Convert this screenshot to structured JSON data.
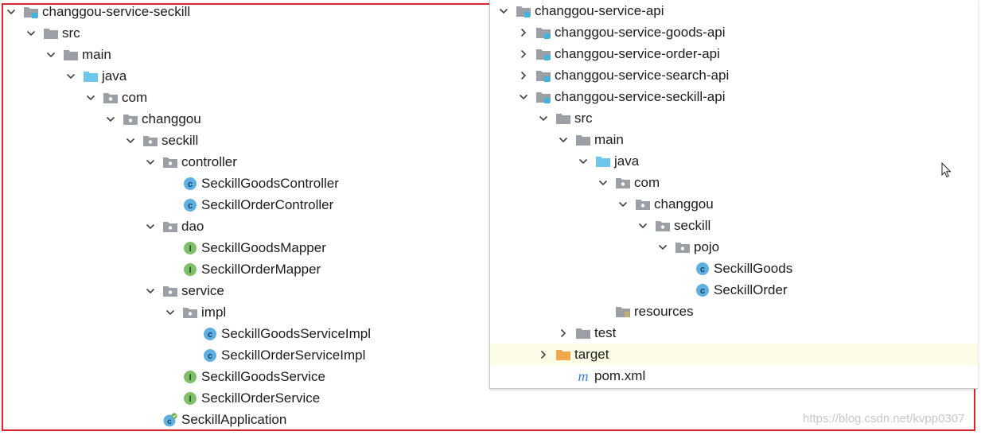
{
  "colors": {
    "frame_red": "#d9252b",
    "folder_gray": "#9aa0a6",
    "folder_blue": "#6ec6ea",
    "folder_orange": "#f2a64c",
    "class_blue": "#5fb0e2",
    "interface_green": "#7fbf6a",
    "module_cyan": "#40b4e0",
    "maven_blue": "#3c7fd1",
    "highlight_row": "#fcfbe6"
  },
  "left_tree": [
    {
      "label": "changgou-service-seckill",
      "icon": "module-folder-icon",
      "expand": "open"
    },
    {
      "label": "src",
      "icon": "folder-icon",
      "expand": "open"
    },
    {
      "label": "main",
      "icon": "folder-icon",
      "expand": "open"
    },
    {
      "label": "java",
      "icon": "source-folder-icon",
      "expand": "open"
    },
    {
      "label": "com",
      "icon": "package-icon",
      "expand": "open"
    },
    {
      "label": "changgou",
      "icon": "package-icon",
      "expand": "open"
    },
    {
      "label": "seckill",
      "icon": "package-icon",
      "expand": "open"
    },
    {
      "label": "controller",
      "icon": "package-icon",
      "expand": "open"
    },
    {
      "label": "SeckillGoodsController",
      "icon": "class-icon",
      "expand": "none"
    },
    {
      "label": "SeckillOrderController",
      "icon": "class-icon",
      "expand": "none"
    },
    {
      "label": "dao",
      "icon": "package-icon",
      "expand": "open"
    },
    {
      "label": "SeckillGoodsMapper",
      "icon": "interface-icon",
      "expand": "none"
    },
    {
      "label": "SeckillOrderMapper",
      "icon": "interface-icon",
      "expand": "none"
    },
    {
      "label": "service",
      "icon": "package-icon",
      "expand": "open"
    },
    {
      "label": "impl",
      "icon": "package-icon",
      "expand": "open"
    },
    {
      "label": "SeckillGoodsServiceImpl",
      "icon": "class-icon",
      "expand": "none"
    },
    {
      "label": "SeckillOrderServiceImpl",
      "icon": "class-icon",
      "expand": "none"
    },
    {
      "label": "SeckillGoodsService",
      "icon": "interface-icon",
      "expand": "none"
    },
    {
      "label": "SeckillOrderService",
      "icon": "interface-icon",
      "expand": "none"
    },
    {
      "label": "SeckillApplication",
      "icon": "spring-boot-class-icon",
      "expand": "none"
    }
  ],
  "right_tree": [
    {
      "label": "changgou-service-api",
      "icon": "module-folder-icon",
      "expand": "open"
    },
    {
      "label": "changgou-service-goods-api",
      "icon": "module-folder-icon",
      "expand": "closed"
    },
    {
      "label": "changgou-service-order-api",
      "icon": "module-folder-icon",
      "expand": "closed"
    },
    {
      "label": "changgou-service-search-api",
      "icon": "module-folder-icon",
      "expand": "closed"
    },
    {
      "label": "changgou-service-seckill-api",
      "icon": "module-folder-icon",
      "expand": "open"
    },
    {
      "label": "src",
      "icon": "folder-icon",
      "expand": "open"
    },
    {
      "label": "main",
      "icon": "folder-icon",
      "expand": "open"
    },
    {
      "label": "java",
      "icon": "source-folder-icon",
      "expand": "open"
    },
    {
      "label": "com",
      "icon": "package-icon",
      "expand": "open"
    },
    {
      "label": "changgou",
      "icon": "package-icon",
      "expand": "open"
    },
    {
      "label": "seckill",
      "icon": "package-icon",
      "expand": "open"
    },
    {
      "label": "pojo",
      "icon": "package-icon",
      "expand": "open"
    },
    {
      "label": "SeckillGoods",
      "icon": "class-icon",
      "expand": "none"
    },
    {
      "label": "SeckillOrder",
      "icon": "class-icon",
      "expand": "none"
    },
    {
      "label": "resources",
      "icon": "resources-folder-icon",
      "expand": "none"
    },
    {
      "label": "test",
      "icon": "folder-icon",
      "expand": "closed"
    },
    {
      "label": "target",
      "icon": "excluded-folder-icon",
      "expand": "closed",
      "highlighted": true
    },
    {
      "label": "pom.xml",
      "icon": "maven-pom-icon",
      "expand": "none"
    }
  ],
  "watermark": "https://blog.csdn.net/kvpp0307"
}
